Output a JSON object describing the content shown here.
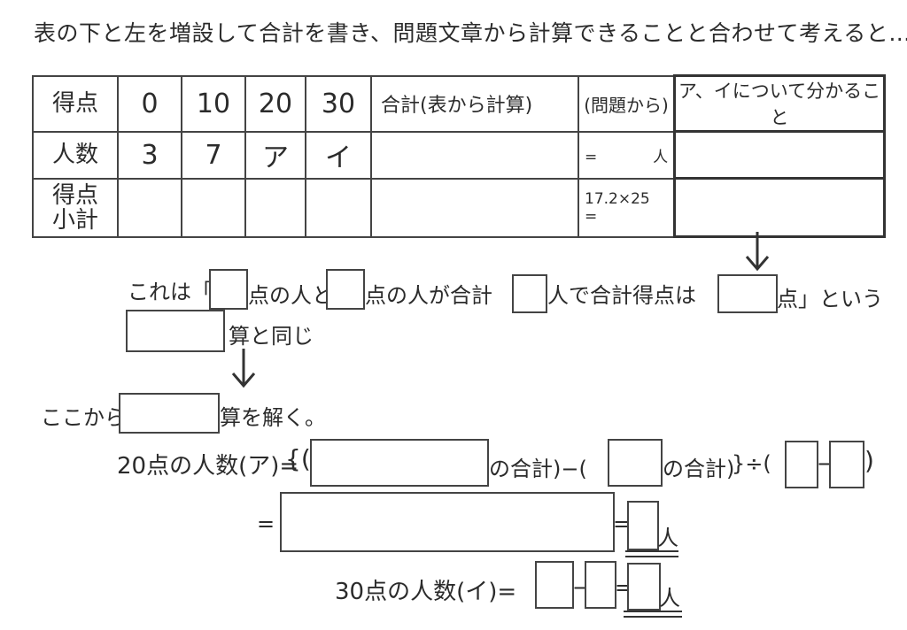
{
  "title": "表の下と左を増設して合計を書き、問題文章から計算できることと合わせて考えると…",
  "table": {
    "header_label": "得点",
    "scores": [
      "0",
      "10",
      "20",
      "30"
    ],
    "sum_header": "合計(表から計算)",
    "problem_header": "(問題から)",
    "know_header": "ア、イについて分かること",
    "count_label": "人数",
    "counts": [
      "3",
      "7",
      "ア",
      "イ"
    ],
    "count_eq": "=",
    "count_unit": "人",
    "subtotal_label": "得点小計",
    "subtotal_label_line1": "得点",
    "subtotal_label_line2": "小計",
    "subtotal_formula": "17.2×25",
    "subtotal_eq": "="
  },
  "sentence": {
    "part1": "これは「",
    "part2": "点の人と",
    "part3": "点の人が合計",
    "part4": "人で合計得点は",
    "part5": "点」という",
    "part6": "算と同じ"
  },
  "step2": {
    "prefix": "ここから",
    "suffix": "算を解く。"
  },
  "eq1": {
    "lhs": "20点の人数(ア)=",
    "open": "{(",
    "sum1": "の合計)−(",
    "sum2": "の合計)",
    "div": "}÷(",
    "minus": "−",
    "close": ")"
  },
  "eq2": {
    "eq": "=",
    "eq_right": "=",
    "unit": "人"
  },
  "eq3": {
    "lhs": "30点の人数(イ)=",
    "minus": "−",
    "eq": "=",
    "unit": "人"
  }
}
